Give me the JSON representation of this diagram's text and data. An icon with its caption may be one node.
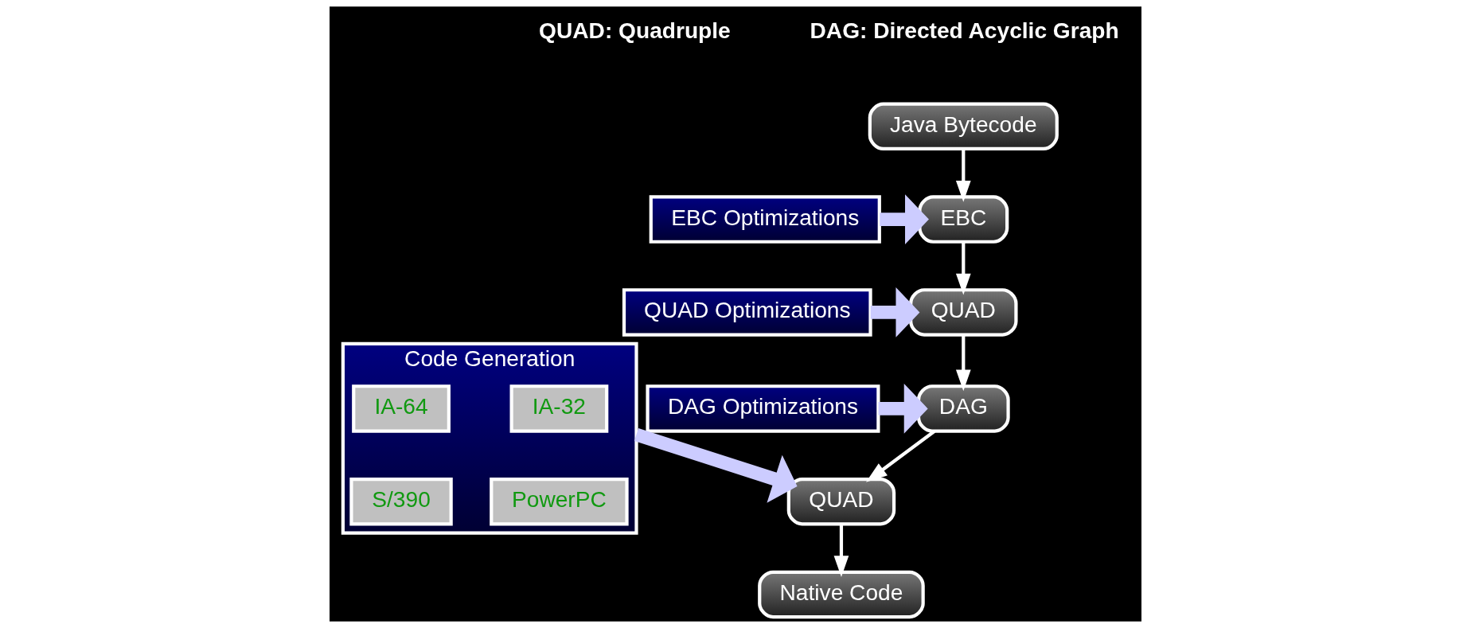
{
  "diagram": {
    "nodes": [
      {
        "text": [
          "Java Bytecode"
        ]
      },
      {
        "text": [
          "EBC"
        ]
      },
      {
        "text": [
          "EBC Optimizations"
        ]
      },
      {
        "text": [
          "QUAD"
        ]
      },
      {
        "text": [
          "QUAD Optimizations"
        ]
      },
      {
        "text": [
          "DAG"
        ]
      },
      {
        "text": [
          "DAG Optimizations"
        ]
      },
      {
        "text": [
          "QUAD"
        ]
      },
      {
        "text": [
          "Code Generation"
        ]
      },
      {
        "text": [
          "IA-32"
        ],
        "in": 8
      },
      {
        "text": [
          "IA-64"
        ],
        "in": 8
      },
      {
        "text": [
          "PowerPC"
        ],
        "in": 8
      },
      {
        "text": [
          "S/390"
        ],
        "in": 8
      },
      {
        "text": [
          "Native Code"
        ]
      }
    ],
    "edges": [
      {
        "from": 0,
        "to": 1,
        "arrow": "to"
      },
      {
        "from": 2,
        "to": 1,
        "arrow": "to",
        "style": "thick",
        "color": "#ccccff"
      },
      {
        "from": 1,
        "to": 3,
        "arrow": "to"
      },
      {
        "from": 4,
        "to": 3,
        "arrow": "to",
        "style": "thick",
        "color": "#ccccff"
      },
      {
        "from": 3,
        "to": 5,
        "arrow": "to"
      },
      {
        "from": 6,
        "to": 5,
        "arrow": "to",
        "style": "thick",
        "color": "#ccccff"
      },
      {
        "from": 5,
        "to": 7,
        "arrow": "to"
      },
      {
        "from": 8,
        "to": 7,
        "arrow": "to",
        "style": "thick",
        "color": "#ccccff"
      },
      {
        "from": 7,
        "to": 13,
        "arrow": "to"
      }
    ],
    "labels": [
      "QUAD: Quadruple",
      "DAG: Directed Acyclic Graph"
    ]
  }
}
